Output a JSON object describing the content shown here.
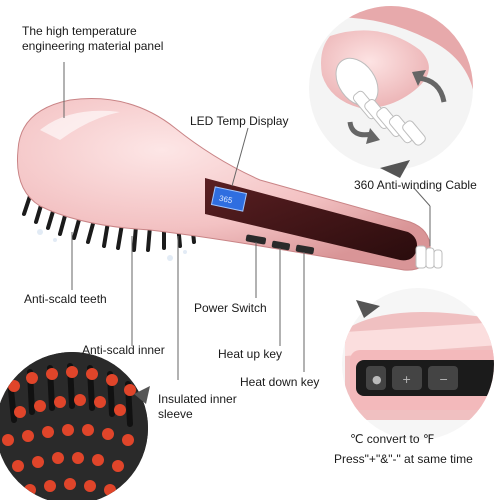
{
  "labels": {
    "panel": "The high temperature engineering material panel",
    "led": "LED Temp Display",
    "cable": "360 Anti-winding Cable",
    "teeth": "Anti-scald teeth",
    "inner": "Anti-scald inner",
    "power": "Power Switch",
    "heat_up": "Heat up key",
    "heat_down": "Heat down key",
    "sleeve": "Insulated inner sleeve",
    "convert": "℃ convert to ℉",
    "press": "Press\"+\"&\"-\" at same time"
  },
  "display": {
    "temp": "365"
  },
  "colors": {
    "body_pink": "#f3c2c3",
    "panel_dark": "#3a1416",
    "screen_blue": "#2f6ee0",
    "bristle_tip": "#e0452a"
  }
}
